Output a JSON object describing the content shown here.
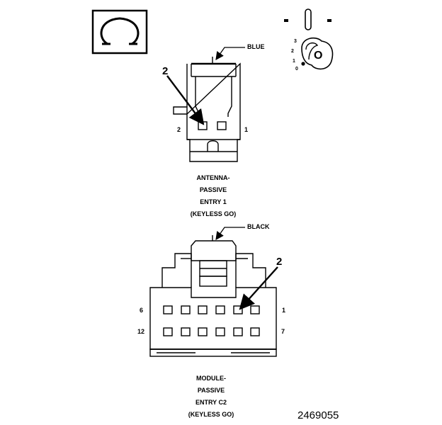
{
  "connectors": [
    {
      "color": "BLUE",
      "callout": "2",
      "pin_left": "2",
      "pin_right": "1",
      "caption": [
        "ANTENNA-",
        "PASSIVE",
        "ENTRY 1",
        "(KEYLESS GO)"
      ]
    },
    {
      "color": "BLACK",
      "callout": "2",
      "pin_top_left": "6",
      "pin_top_right": "1",
      "pin_bottom_left": "12",
      "pin_bottom_right": "7",
      "caption": [
        "MODULE-",
        "PASSIVE",
        "ENTRY C2",
        "(KEYLESS GO)"
      ]
    }
  ],
  "ignition_symbol": {
    "positions": [
      "3",
      "2",
      "1",
      "0"
    ],
    "key_label": "O"
  },
  "figure_number": "2469055",
  "icons": [
    "ohm-symbol-icon",
    "ignition-switch-icon",
    "ignition-key-icon"
  ]
}
